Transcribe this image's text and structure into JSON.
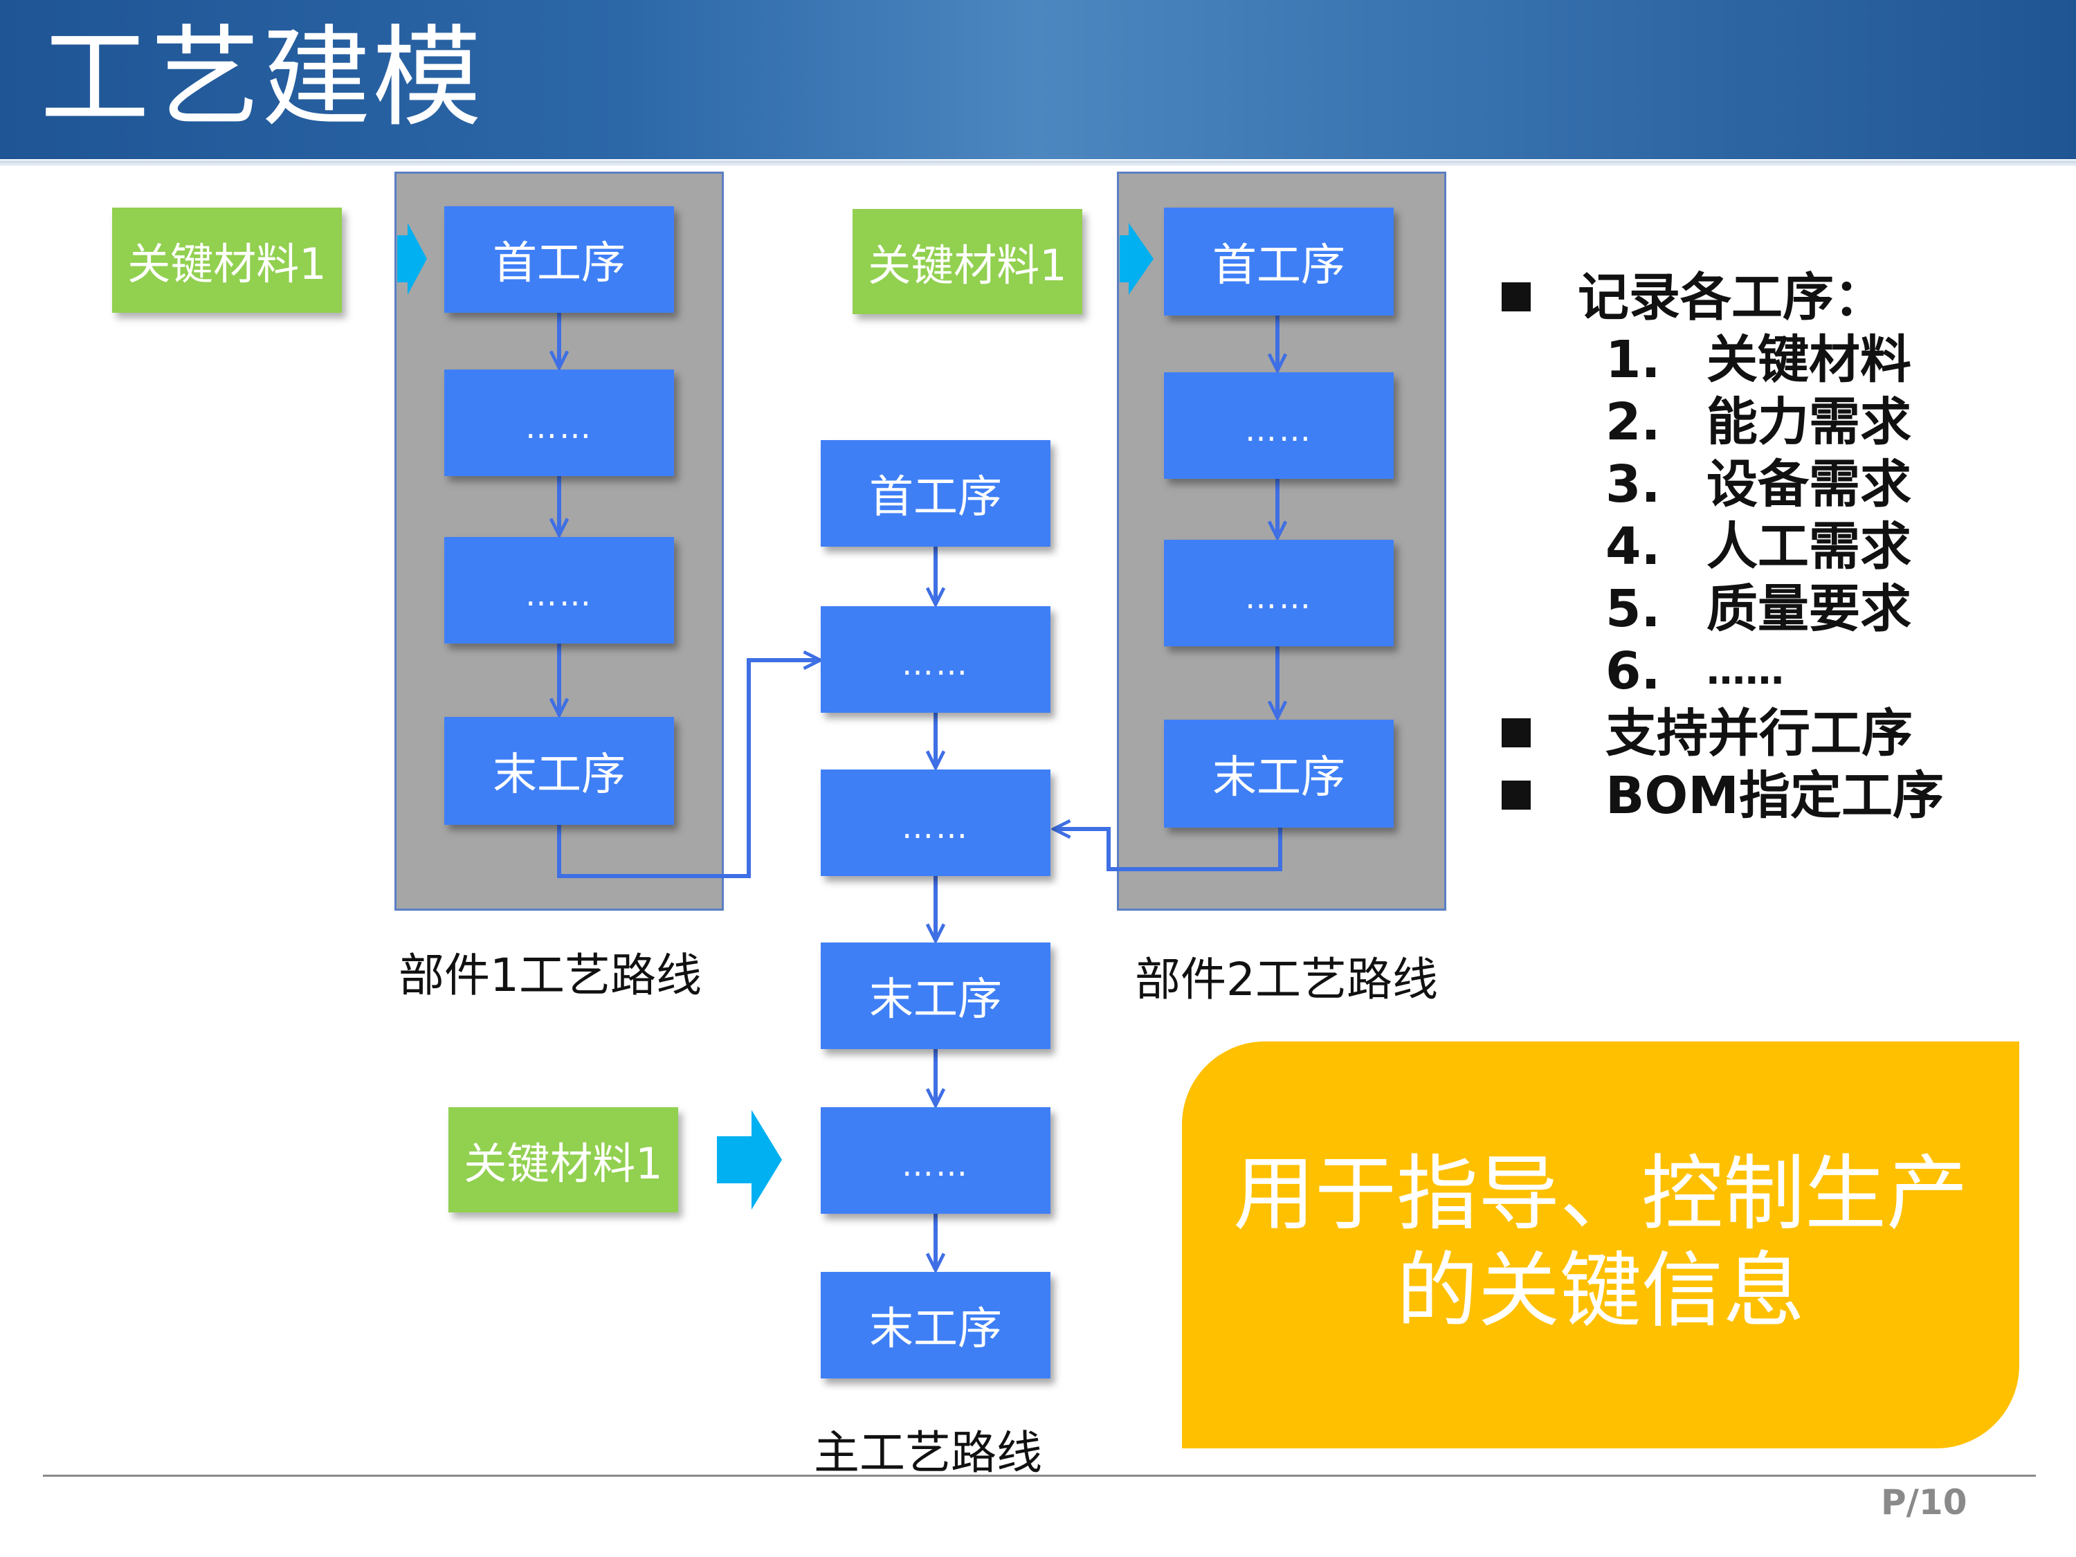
{
  "page": {
    "title": "工艺建模",
    "page_number": "P/10"
  },
  "colors": {
    "header": "#2c67a8",
    "process_box": "#3f7ff6",
    "material_box": "#92d050",
    "panel": "#a6a6a6",
    "feed_arrow": "#00b0f0",
    "callout": "#ffc000"
  },
  "route1": {
    "label": "部件1工艺路线",
    "material": "关键材料1",
    "steps": [
      "首工序",
      "……",
      "……",
      "末工序"
    ]
  },
  "route2": {
    "label": "部件2工艺路线",
    "material": "关键材料1",
    "steps": [
      "首工序",
      "……",
      "……",
      "末工序"
    ]
  },
  "main_route": {
    "label": "主工艺路线",
    "material": "关键材料1",
    "steps": [
      "首工序",
      "……",
      "……",
      "末工序",
      "……",
      "末工序"
    ]
  },
  "notes": {
    "heading": "记录各工序：",
    "items": [
      {
        "num": "1.",
        "text": "关键材料"
      },
      {
        "num": "2.",
        "text": "能力需求"
      },
      {
        "num": "3.",
        "text": "设备需求"
      },
      {
        "num": "4.",
        "text": "人工需求"
      },
      {
        "num": "5.",
        "text": "质量要求"
      },
      {
        "num": "6.",
        "text": "……"
      }
    ],
    "extra": [
      "支持并行工序",
      "BOM指定工序"
    ]
  },
  "callout": {
    "line1": "用于指导、控制生产",
    "line2": "的关键信息"
  }
}
